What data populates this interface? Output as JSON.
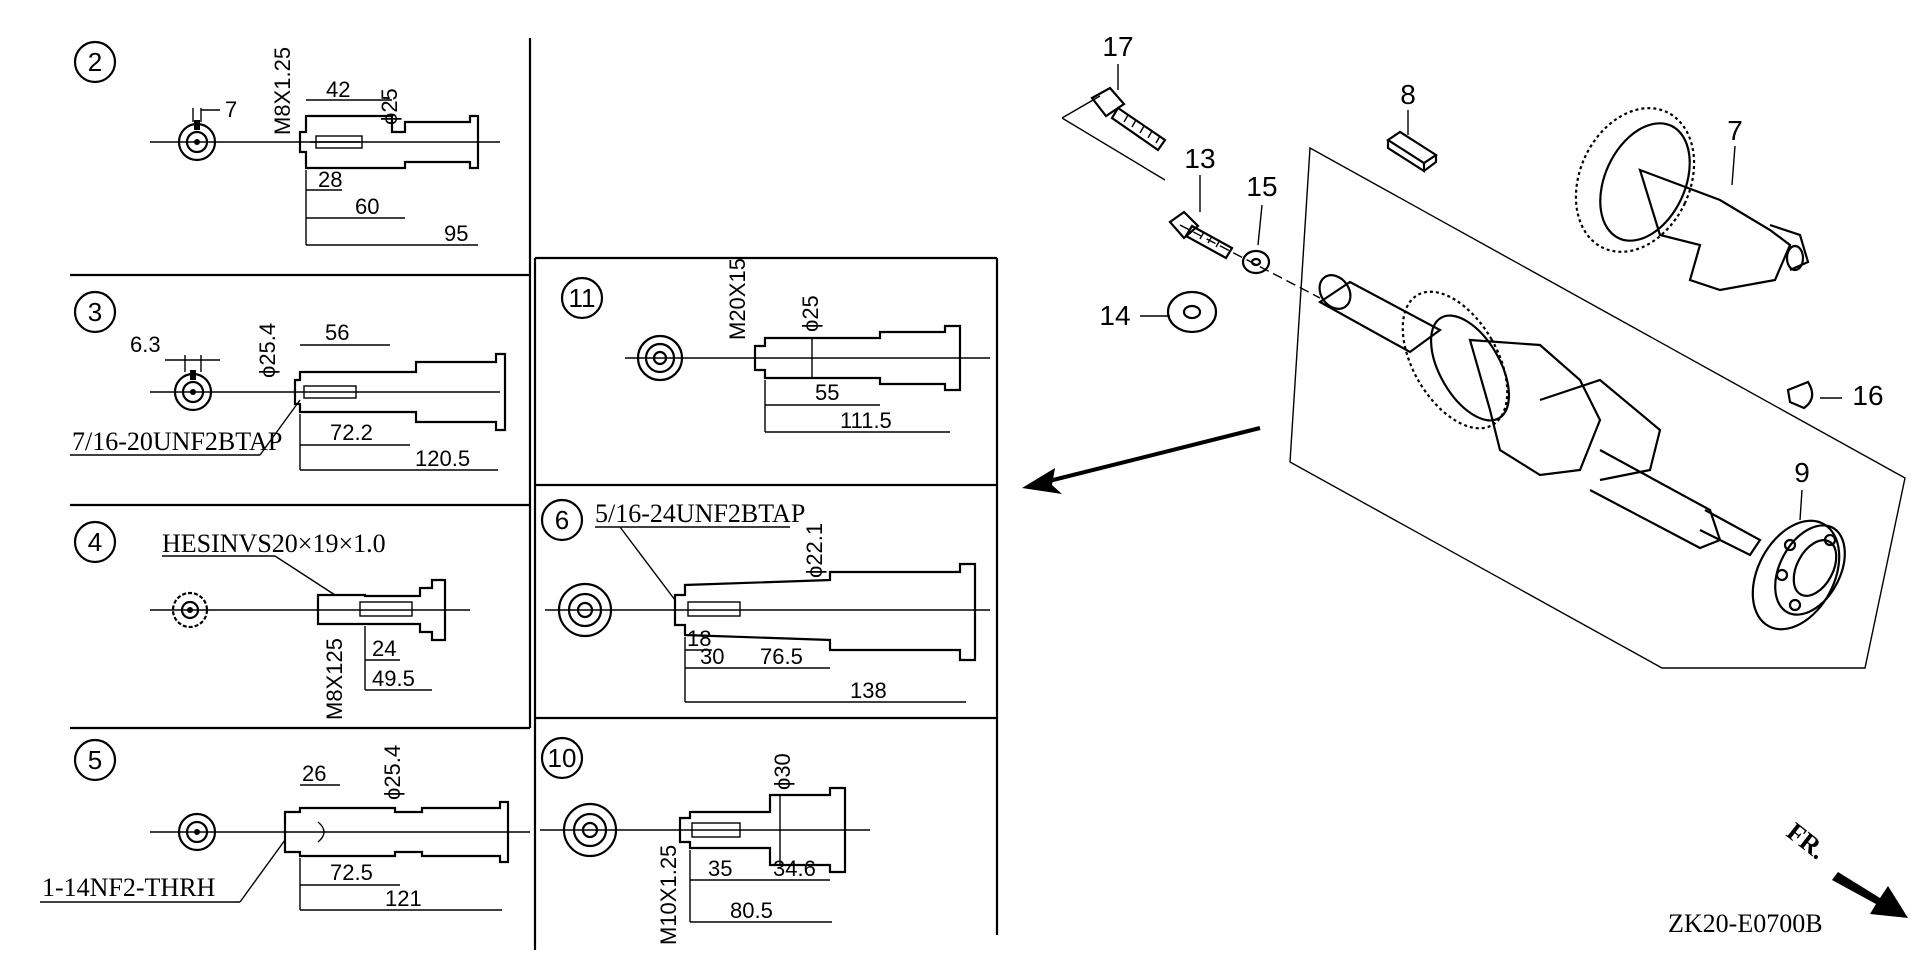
{
  "diagram_code": "ZK20-E0700B",
  "front_label": "FR.",
  "variants": [
    {
      "id": "2",
      "thread": "M8X1.25",
      "dims": [
        "7",
        "42",
        "ϕ25",
        "28",
        "60",
        "95"
      ]
    },
    {
      "id": "3",
      "thread": "7/16-20UNF2BTAP",
      "dims": [
        "6.3",
        "ϕ25.4",
        "56",
        "72.2",
        "120.5"
      ]
    },
    {
      "id": "4",
      "spline": "HESINVS20×19×1.0",
      "thread": "M8X125",
      "dims": [
        "24",
        "49.5"
      ]
    },
    {
      "id": "5",
      "thread": "1-14NF2-THRH",
      "dims": [
        "26",
        "ϕ25.4",
        "72.5",
        "121"
      ]
    },
    {
      "id": "11",
      "thread": "M20X15",
      "dims": [
        "ϕ25",
        "55",
        "111.5"
      ]
    },
    {
      "id": "6",
      "thread": "5/16-24UNF2BTAP",
      "dims": [
        "ϕ22.1",
        "18",
        "30",
        "76.5",
        "138"
      ]
    },
    {
      "id": "10",
      "thread": "M10X1.25",
      "dims": [
        "ϕ30",
        "35",
        "34.6",
        "80.5"
      ]
    }
  ],
  "parts": [
    {
      "number": "17",
      "icon": "bolt-icon"
    },
    {
      "number": "8",
      "icon": "key-icon"
    },
    {
      "number": "7",
      "icon": "crankshaft-icon"
    },
    {
      "number": "13",
      "icon": "bolt-icon"
    },
    {
      "number": "15",
      "icon": "washer-icon"
    },
    {
      "number": "14",
      "icon": "washer-icon"
    },
    {
      "number": "16",
      "icon": "woodruff-key-icon"
    },
    {
      "number": "9",
      "icon": "bearing-icon"
    }
  ]
}
